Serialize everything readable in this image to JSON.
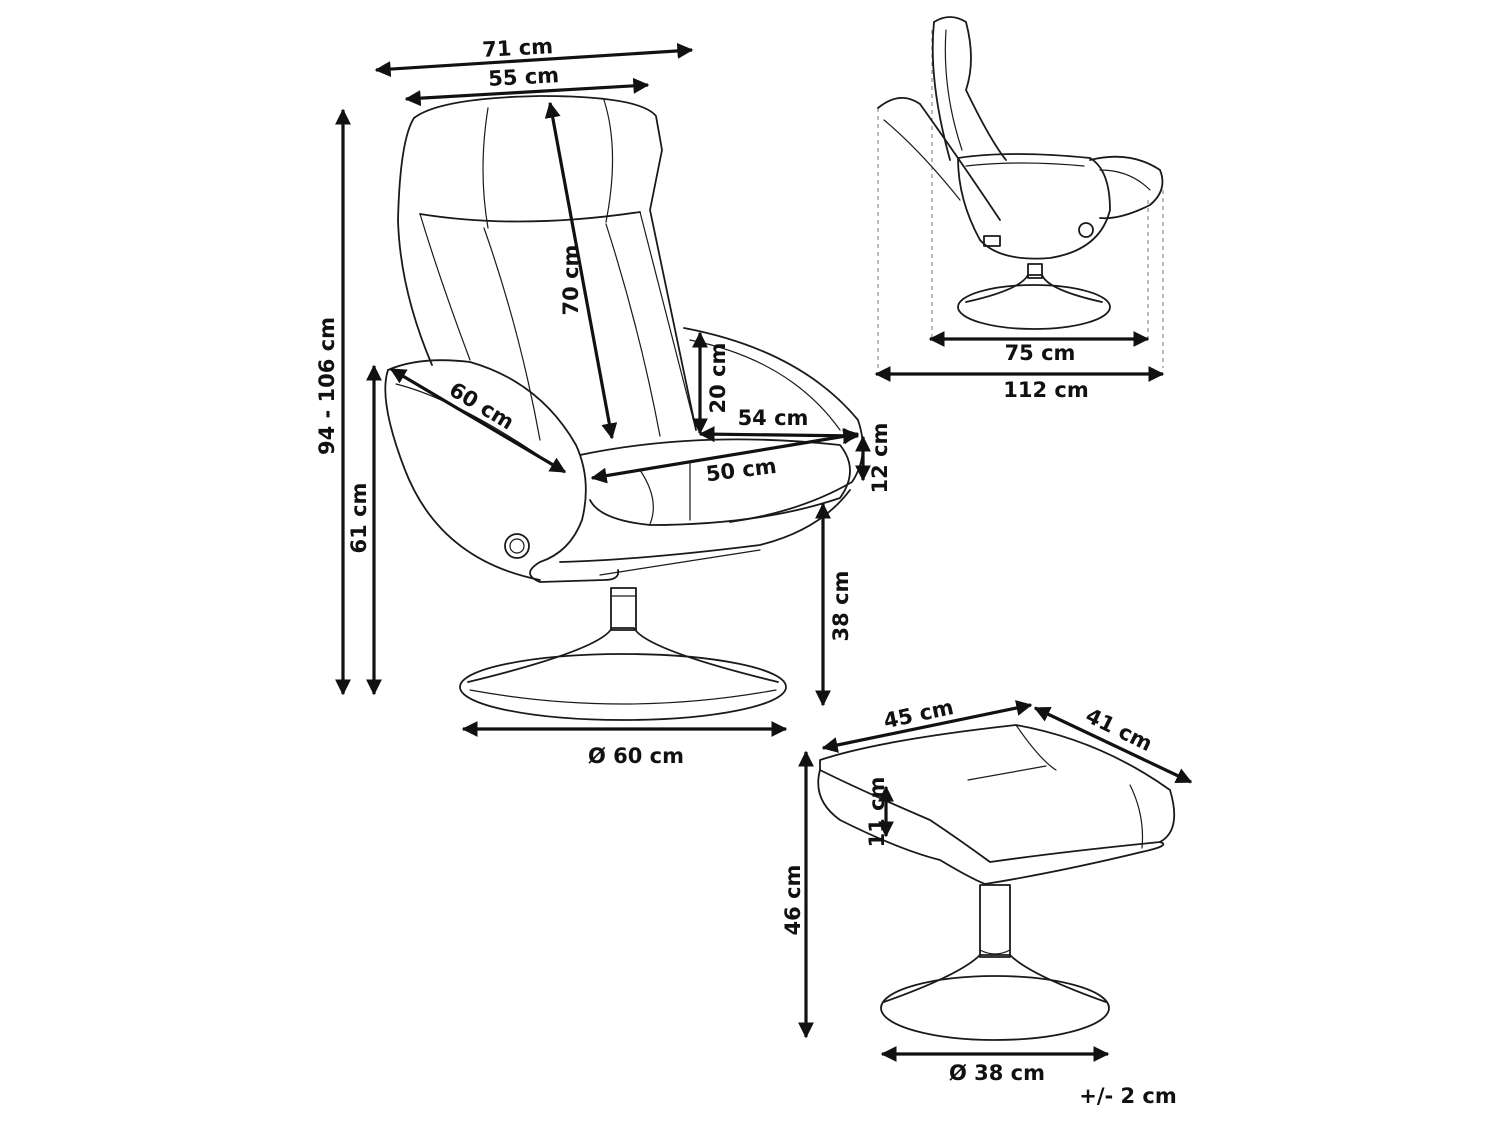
{
  "dimensions": {
    "chair_total_width": "71 cm",
    "backrest_width": "55 cm",
    "backrest_height": "70 cm",
    "total_height": "94 - 106 cm",
    "armrest_height": "61 cm",
    "armrest_length": "60 cm",
    "armrest_thickness": "20 cm",
    "seat_width": "54 cm",
    "seat_depth": "50 cm",
    "seat_cushion_thickness": "12 cm",
    "seat_height": "38 cm",
    "chair_base_diameter": "Ø 60 cm",
    "reclined_depth": "75 cm",
    "reclined_total_depth": "112 cm",
    "ottoman_width": "45 cm",
    "ottoman_depth": "41 cm",
    "ottoman_cushion_thickness": "11 cm",
    "ottoman_height": "46 cm",
    "ottoman_base_diameter": "Ø 38 cm"
  },
  "tolerance": "+/- 2 cm"
}
